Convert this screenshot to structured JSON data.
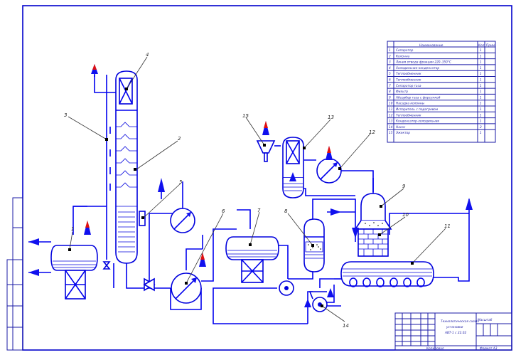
{
  "positions": {
    "p1": "1",
    "p2": "2",
    "p3": "3",
    "p4": "4",
    "p5": "5",
    "p6": "6",
    "p7": "7",
    "p8": "8",
    "p9": "9",
    "p10": "10",
    "p11": "11",
    "p12": "12",
    "p13": "13",
    "p14": "14",
    "p15": "15"
  },
  "spec_table": {
    "header_name": "Наименование",
    "header_qty": "Кол.",
    "header_note": "Прим.",
    "rows": [
      {
        "n": "1",
        "name": "Сепаратор",
        "q": "1"
      },
      {
        "n": "2",
        "name": "Колонна",
        "q": "1"
      },
      {
        "n": "3",
        "name": "Линия отвода фракции 220–350°C",
        "q": "1"
      },
      {
        "n": "4",
        "name": "Холодильник-конденсатор",
        "q": "1"
      },
      {
        "n": "5",
        "name": "Теплообменник",
        "q": "1"
      },
      {
        "n": "6",
        "name": "Теплообменник",
        "q": "1"
      },
      {
        "n": "7",
        "name": "Сепаратор газа",
        "q": "1"
      },
      {
        "n": "8",
        "name": "Фильтр",
        "q": "1"
      },
      {
        "n": "9",
        "name": "Абсорбер газа с форсункой",
        "q": "1"
      },
      {
        "n": "10",
        "name": "Насадка колонны",
        "q": "1"
      },
      {
        "n": "11",
        "name": "Испаритель с подогревом",
        "q": "1"
      },
      {
        "n": "12",
        "name": "Теплообменник",
        "q": "1"
      },
      {
        "n": "13",
        "name": "Конденсатор-холодильник",
        "q": "1"
      },
      {
        "n": "14",
        "name": "Насос",
        "q": "2"
      },
      {
        "n": "15",
        "name": "Эжектор",
        "q": "1"
      }
    ]
  },
  "title_block": {
    "title_line1": "Технологическая схема",
    "title_line2": "установки",
    "title_line3": "АВТ-1 с 22.02",
    "sheet": "Масштаб",
    "format_left": "Копировал",
    "format_right": "Формат А3"
  },
  "colors": {
    "frame": "#0000cc",
    "pipe": "#0000ee",
    "arrow_out": "#e01010",
    "arrow_flow": "#1010ee"
  }
}
